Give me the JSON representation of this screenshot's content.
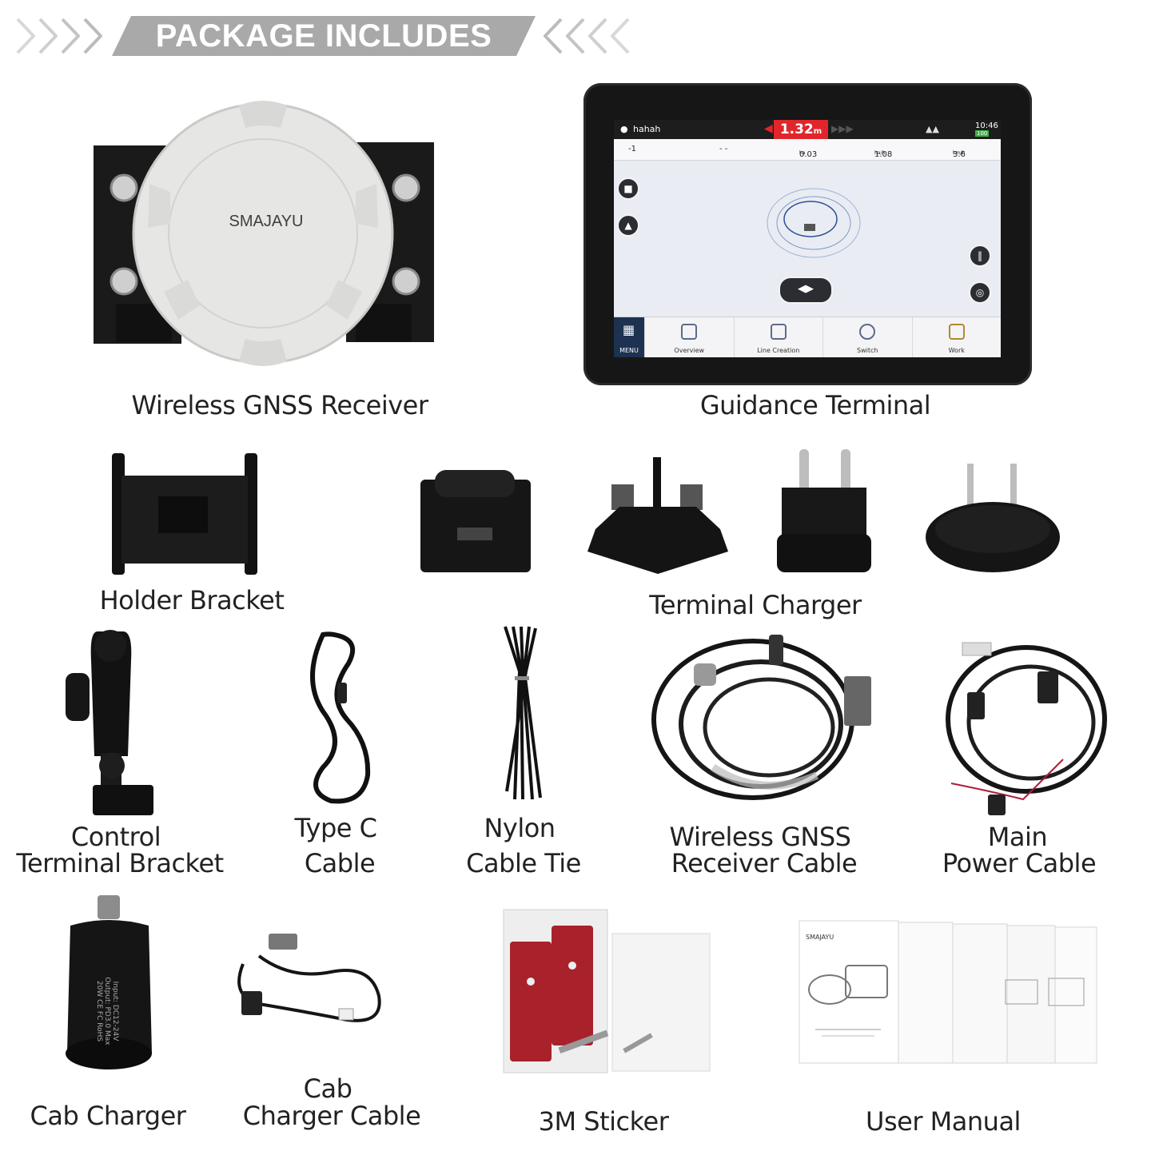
{
  "header": {
    "title": "PACKAGE INCLUDES"
  },
  "tablet_screen": {
    "location_name": "hahah",
    "deviation": "1.32",
    "deviation_unit": "m",
    "clock": "10:46",
    "battery": "100",
    "info": {
      "line": "-1",
      "field": "- -",
      "area": "0.03",
      "area_unit": "ha",
      "rate": "1.08",
      "rate_unit": "ha/h",
      "speed": "3.6",
      "speed_unit": "km/h"
    },
    "tabs": [
      "MENU",
      "Overview",
      "Line Creation",
      "Switch",
      "Work"
    ]
  },
  "receiver_brand": "SMAJAYU",
  "charger_text": "Input: DC12-24V Output: PD3.0 Max 20W CE FC RoHS",
  "manual_brand": "SMAJAYU",
  "items": {
    "receiver": "Wireless GNSS Receiver",
    "terminal": "Guidance Terminal",
    "holder": "Holder Bracket",
    "terminal_charger": "Terminal Charger",
    "control_bracket_1": "Control",
    "control_bracket_2": "Terminal Bracket",
    "typec_1": "Type C",
    "typec_2": "Cable",
    "tie_1": "Nylon",
    "tie_2": "Cable Tie",
    "receiver_cable_1": "Wireless GNSS",
    "receiver_cable_2": "Receiver Cable",
    "main_power_1": "Main",
    "main_power_2": "Power Cable",
    "cab_charger": "Cab Charger",
    "cab_cable_1": "Cab",
    "cab_cable_2": "Charger Cable",
    "sticker": "3M Sticker",
    "manual": "User Manual"
  },
  "colors": {
    "banner": "#a9a9a9",
    "deviation_red": "#e0262b",
    "receiver_shell": "#e8e9e6"
  }
}
